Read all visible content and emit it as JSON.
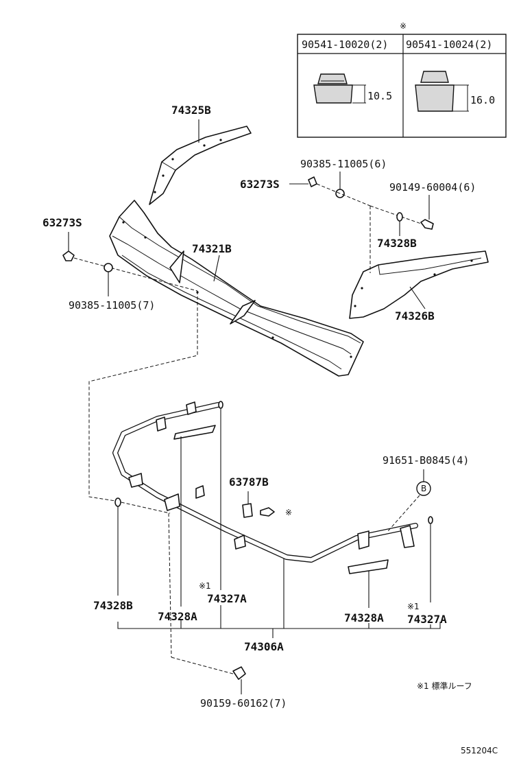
{
  "inset": {
    "marker": "※",
    "col1_header": "90541-10020(2)",
    "col2_header": "90541-10024(2)",
    "col1_dim": "10.5",
    "col2_dim": "16.0"
  },
  "labels": {
    "p74325B": "74325B",
    "p63273S_top": "63273S",
    "p90385_top": "90385-11005(6)",
    "p90149": "90149-60004(6)",
    "p63273S_left": "63273S",
    "p74321B": "74321B",
    "p74328B_top": "74328B",
    "p90385_left": "90385-11005(7)",
    "p74326B": "74326B",
    "p91651": "91651-B0845(4)",
    "p91651_circle": "B",
    "p63787B": "63787B",
    "p63787B_mark": "※",
    "p74327A_mark1": "※1",
    "p74327A_1": "74327A",
    "p74328B_bottom": "74328B",
    "p74328A_1": "74328A",
    "p74328A_2": "74328A",
    "p74327A_mark2": "※1",
    "p74327A_2": "74327A",
    "p74306A": "74306A",
    "p90159": "90159-60162(7)"
  },
  "footnote": "※1 標準ルーフ",
  "catalog_code": "551204C"
}
